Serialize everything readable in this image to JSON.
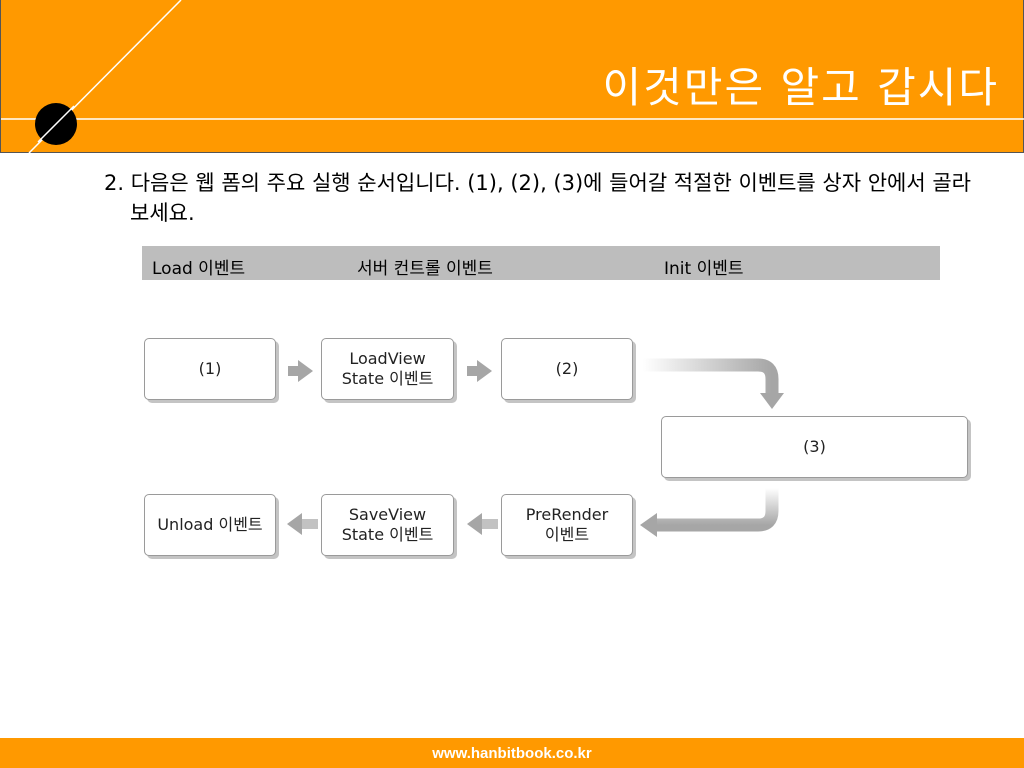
{
  "header": {
    "title": "이것만은 알고 갑시다"
  },
  "question": {
    "text": "2. 다음은 웹 폼의 주요 실행 순서입니다. (1), (2), (3)에 들어갈 적절한 이벤트를 상자 안에서 골라 보세요."
  },
  "choices": [
    "Load 이벤트",
    "서버 컨트롤 이벤트",
    "Init 이벤트"
  ],
  "flow": {
    "top_row": [
      "(1)",
      "LoadView\nState 이벤트",
      "(2)"
    ],
    "middle": "(3)",
    "bottom_row": [
      "Unload 이벤트",
      "SaveView\nState 이벤트",
      "PreRender\n이벤트"
    ]
  },
  "footer": {
    "url": "www.hanbitbook.co.kr"
  },
  "colors": {
    "accent": "#FF9900",
    "choice_bar": "#BDBDBD",
    "arrow": "#A6A6A6"
  }
}
